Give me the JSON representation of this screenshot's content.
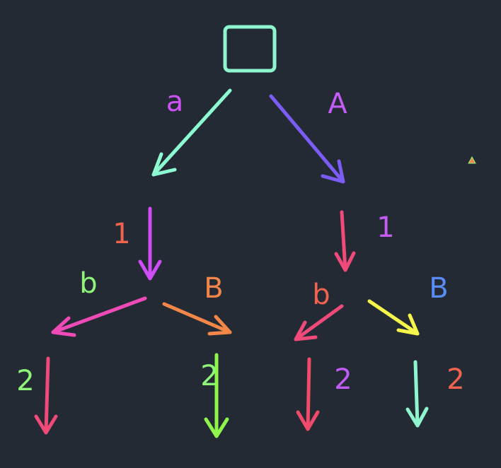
{
  "labels": {
    "root_left": "a",
    "root_right": "A",
    "left_step": "1",
    "right_step": "1",
    "left_b": "b",
    "left_B": "B",
    "right_b": "b",
    "right_B": "B",
    "leaf_1": "2",
    "leaf_2": "2",
    "leaf_3": "2",
    "leaf_4": "2"
  },
  "colors": {
    "background": "#232a33",
    "root_node": "#8ff5cf",
    "label_a": "#cf52f5",
    "label_A": "#c25cf5",
    "arrow_a": "#8cfbd1",
    "arrow_A": "#7b5cf5",
    "label_left_1": "#f2634f",
    "label_right_1": "#c25cf5",
    "arrow_left_1": "#cf4cf6",
    "arrow_right_1": "#ef4a7a",
    "label_left_b": "#8ff57a",
    "label_left_B": "#f5864a",
    "label_right_b": "#f2634f",
    "label_right_B": "#5a8cf5",
    "arrow_left_b": "#f04ab6",
    "arrow_left_B": "#f5864a",
    "arrow_right_b": "#ef4a7a",
    "arrow_right_B": "#f5f54a",
    "leaf_label_1": "#8ff57a",
    "leaf_label_2": "#8ff57a",
    "leaf_label_3": "#c25cf5",
    "leaf_label_4": "#f2634f",
    "leaf_arrow_1": "#ef4a7a",
    "leaf_arrow_2": "#8ff54a",
    "leaf_arrow_3": "#ef4a6a",
    "leaf_arrow_4": "#8ff5cf",
    "marker": "#f5864a"
  }
}
